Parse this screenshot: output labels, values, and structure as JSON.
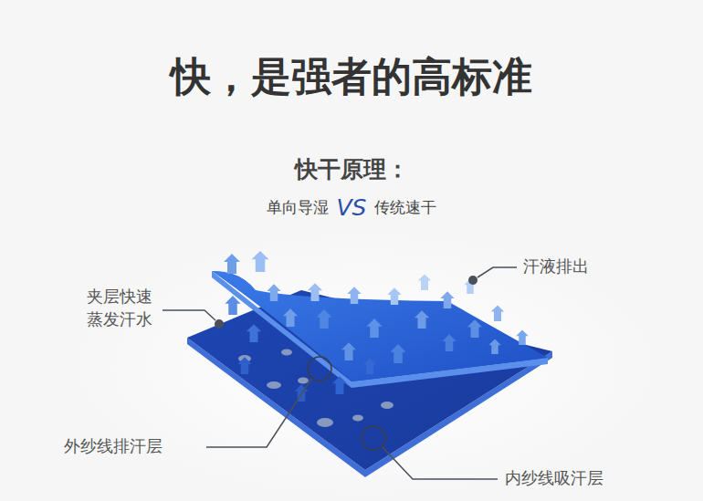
{
  "diagram": {
    "title": "快，是强者的高标准",
    "labels": [
      "快干原理：",
      "单向导湿",
      "VS",
      "传统速干",
      "夹层快速 蒸发汗水",
      "汗液排出",
      "外纱线排汗层",
      "内纱线吸汗层"
    ]
  }
}
